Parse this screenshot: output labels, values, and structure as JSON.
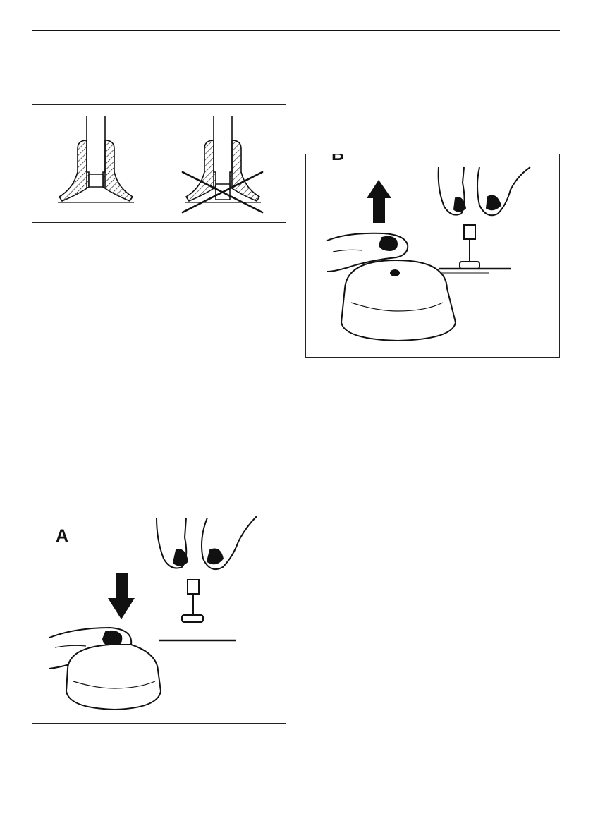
{
  "page": {
    "figures": [
      {
        "id": "valve-comparison",
        "panels": [
          "correct",
          "incorrect"
        ]
      },
      {
        "id": "figure-b",
        "label": "B"
      },
      {
        "id": "figure-a",
        "label": "A"
      }
    ],
    "icons": [
      "arrow-up-icon",
      "arrow-down-icon",
      "cross-mark-icon"
    ],
    "colors": {
      "ink": "#111111",
      "paper": "#ffffff"
    }
  }
}
